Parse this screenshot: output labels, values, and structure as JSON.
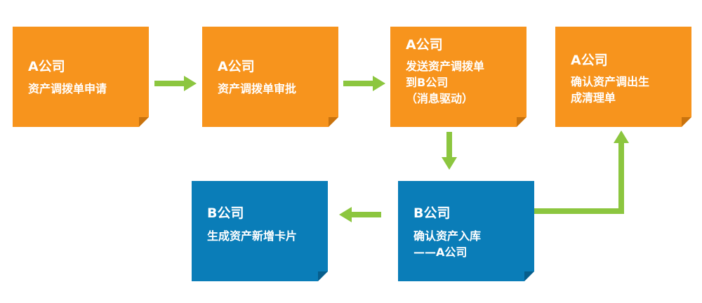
{
  "colors": {
    "orange": "#F7941D",
    "orange_fold": "#C9730E",
    "blue": "#0A7DB8",
    "blue_fold": "#075E8C",
    "arrow": "#8CC63F"
  },
  "boxes": {
    "a_apply": {
      "title": "A公司",
      "lines": [
        "资产调拨单申请"
      ]
    },
    "a_approve": {
      "title": "A公司",
      "lines": [
        "资产调拨单审批"
      ]
    },
    "a_send": {
      "title": "A公司",
      "lines": [
        "发送资产调拨单",
        "到B公司",
        "（消息驱动）"
      ]
    },
    "a_confirm": {
      "title": "A公司",
      "lines": [
        "确认资产调出生",
        "成清理单"
      ]
    },
    "b_confirm": {
      "title": "B公司",
      "lines": [
        "确认资产入库",
        "——A公司"
      ]
    },
    "b_card": {
      "title": "B公司",
      "lines": [
        "生成资产新增卡片"
      ]
    }
  }
}
